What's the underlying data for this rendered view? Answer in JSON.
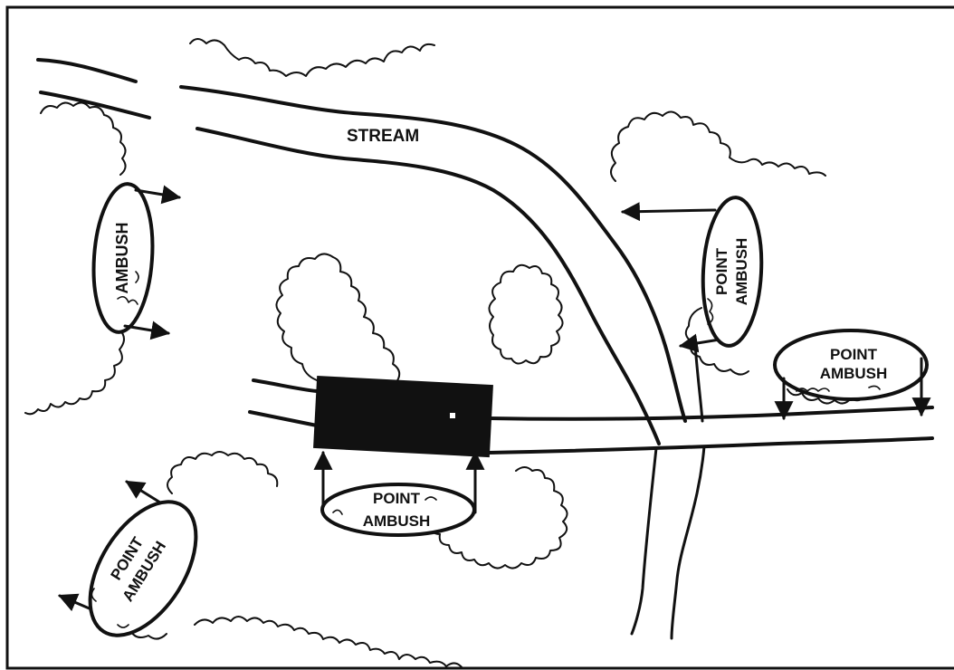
{
  "diagram": {
    "stream_label": "STREAM",
    "ambushes": [
      {
        "line1": "AMBUSH",
        "line2": ""
      },
      {
        "line1": "POINT",
        "line2": "AMBUSH"
      },
      {
        "line1": "POINT",
        "line2": "AMBUSH"
      },
      {
        "line1": "POINT",
        "line2": "AMBUSH"
      },
      {
        "line1": "POINT",
        "line2": "AMBUSH"
      }
    ]
  },
  "colors": {
    "ink": "#111111",
    "paper": "#ffffff"
  }
}
